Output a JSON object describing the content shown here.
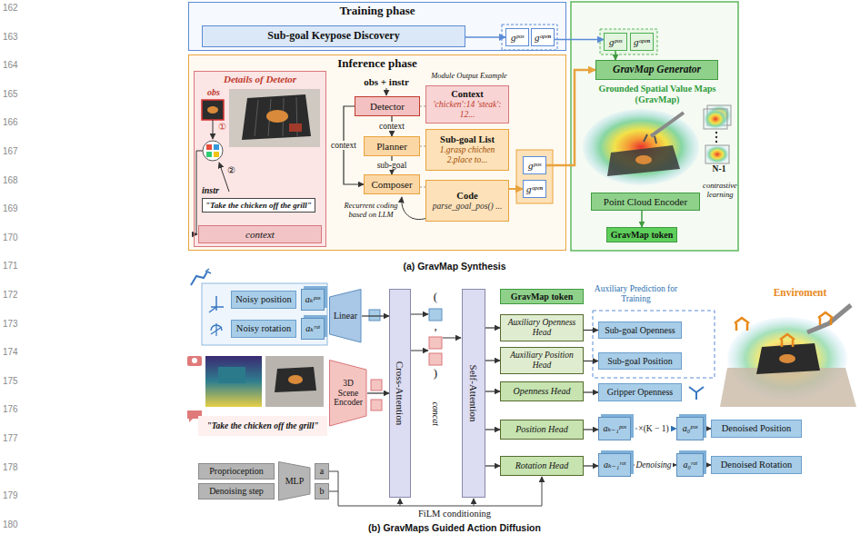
{
  "diagram": {
    "nodes": [
      {
        "text": [
          "Training phase"
        ]
      },
      {
        "text": [
          "Sub-goal Keypose Discovery"
        ],
        "in": 0
      },
      {
        "text": [
          "gᵖᵒˢ"
        ],
        "in": 0
      },
      {
        "text": [
          "gᵒᵖᵉⁿ"
        ],
        "in": 0
      },
      {
        "text": [
          "Inference phase"
        ]
      },
      {
        "text": [
          "Details of Detetor"
        ],
        "in": 4
      },
      {
        "text": [
          "obs"
        ],
        "in": 5
      },
      {
        "text": [
          "instr",
          "\"Take the chicken off the grill\""
        ],
        "in": 5
      },
      {
        "text": [
          "context"
        ],
        "in": 5
      },
      {
        "text": [
          "Detector"
        ],
        "in": 4
      },
      {
        "text": [
          "Planner"
        ],
        "in": 4
      },
      {
        "text": [
          "Composer"
        ],
        "in": 4
      },
      {
        "text": [
          "Context",
          "'chicken':14 'steak': 12..."
        ],
        "in": 4
      },
      {
        "text": [
          "Sub-goal List",
          "1.grasp chichen 2.place to..."
        ],
        "in": 4
      },
      {
        "text": [
          "Code",
          "parse_goal_pos() ..."
        ],
        "in": 4
      },
      {
        "text": [
          "gᵖᵒˢ"
        ],
        "in": 4
      },
      {
        "text": [
          "gᵒᵖᵉⁿ"
        ],
        "in": 4
      },
      {
        "text": [
          "gᵖᵒˢ"
        ]
      },
      {
        "text": [
          "gᵒᵖᵉⁿ"
        ]
      },
      {
        "text": [
          "GravMap Generator"
        ]
      },
      {
        "text": [
          "Point Cloud Encoder"
        ]
      },
      {
        "text": [
          "GravMap token"
        ]
      },
      {
        "text": [
          "Noisy position"
        ]
      },
      {
        "text": [
          "aₖᵖᵒˢ"
        ]
      },
      {
        "text": [
          "Noisy rotation"
        ]
      },
      {
        "text": [
          "aₖʳᵒᵗ"
        ]
      },
      {
        "text": [
          "Linear"
        ]
      },
      {
        "text": [
          "\"Take the chicken off the grill\""
        ]
      },
      {
        "text": [
          "3D Scene Encoder"
        ]
      },
      {
        "text": [
          "Proprioception"
        ]
      },
      {
        "text": [
          "Denoising step"
        ]
      },
      {
        "text": [
          "MLP"
        ]
      },
      {
        "text": [
          "a"
        ]
      },
      {
        "text": [
          "b"
        ]
      },
      {
        "text": [
          "Cross-Attention"
        ]
      },
      {
        "text": [
          "Self-Attention"
        ]
      },
      {
        "text": [
          "GravMap token"
        ]
      },
      {
        "text": [
          "Auxiliary Openness Head"
        ]
      },
      {
        "text": [
          "Auxiliary Position Head"
        ]
      },
      {
        "text": [
          "Openness Head"
        ]
      },
      {
        "text": [
          "Position Head"
        ]
      },
      {
        "text": [
          "Rotation Head"
        ]
      },
      {
        "text": [
          "Sub-goal Openness"
        ]
      },
      {
        "text": [
          "Sub-goal Position"
        ]
      },
      {
        "text": [
          "Gripper Openness"
        ]
      },
      {
        "text": [
          "aₖ₋₁ᵖᵒˢ"
        ]
      },
      {
        "text": [
          "a₀ᵖᵒˢ"
        ]
      },
      {
        "text": [
          "Denoised Position"
        ]
      },
      {
        "text": [
          "aₖ₋₁ʳᵒᵗ"
        ]
      },
      {
        "text": [
          "a₀ʳᵒᵗ"
        ]
      },
      {
        "text": [
          "Denoised Rotation"
        ]
      }
    ],
    "edges": [
      {
        "from": 1,
        "to": 2,
        "arrow": "to"
      },
      {
        "from": 3,
        "to": 17,
        "arrow": "to"
      },
      {
        "from": 9,
        "to": 10,
        "label": "context",
        "arrow": "to"
      },
      {
        "from": 10,
        "to": 11,
        "label": "sub-goal",
        "arrow": "to"
      },
      {
        "from": 9,
        "to": 11,
        "label": "context",
        "arrow": "to"
      },
      {
        "from": 9,
        "to": 12,
        "arrow": "none"
      },
      {
        "from": 10,
        "to": 13,
        "arrow": "none"
      },
      {
        "from": 11,
        "to": 14,
        "arrow": "none"
      },
      {
        "from": 14,
        "to": 16,
        "arrow": "to"
      },
      {
        "from": 15,
        "to": 19,
        "arrow": "to"
      },
      {
        "from": 17,
        "to": 19,
        "arrow": "to"
      },
      {
        "from": 20,
        "to": 21,
        "arrow": "to"
      },
      {
        "from": 26,
        "to": 34,
        "arrow": "to"
      },
      {
        "from": 28,
        "to": 34,
        "arrow": "to"
      },
      {
        "from": 35,
        "to": 37,
        "arrow": "to"
      },
      {
        "from": 35,
        "to": 38,
        "arrow": "to"
      },
      {
        "from": 35,
        "to": 39,
        "arrow": "to"
      },
      {
        "from": 35,
        "to": 40,
        "arrow": "to"
      },
      {
        "from": 35,
        "to": 41,
        "arrow": "to"
      },
      {
        "from": 37,
        "to": 42,
        "arrow": "to"
      },
      {
        "from": 38,
        "to": 43,
        "arrow": "to"
      },
      {
        "from": 39,
        "to": 44,
        "arrow": "to"
      },
      {
        "from": 40,
        "to": 45,
        "arrow": "to"
      },
      {
        "from": 45,
        "to": 46,
        "label": "×(K − 1)",
        "arrow": "to"
      },
      {
        "from": 46,
        "to": 47,
        "arrow": "to"
      },
      {
        "from": 41,
        "to": 48,
        "arrow": "to"
      },
      {
        "from": 48,
        "to": 49,
        "label": "Denoising",
        "arrow": "to"
      },
      {
        "from": 49,
        "to": 50,
        "arrow": "to"
      }
    ],
    "labels": [
      "162",
      "163",
      "164",
      "165",
      "166",
      "167",
      "168",
      "169",
      "170",
      "171",
      "172",
      "173",
      "174",
      "175",
      "176",
      "177",
      "178",
      "179",
      "180",
      "obs + instr",
      "Module Output Example",
      "①",
      "②",
      "Recurrent coding based on LLM",
      "Grounded Spatial Value Maps (GravMap)",
      "N-1",
      "contrastive learning",
      "(a) GravMap Synthesis",
      "(",
      ",",
      ")",
      "concat",
      "Auxiliary Prediction for Training",
      "Enviroment",
      "FiLM conditioning",
      "(b) GravMaps Guided Action Diffusion"
    ]
  }
}
